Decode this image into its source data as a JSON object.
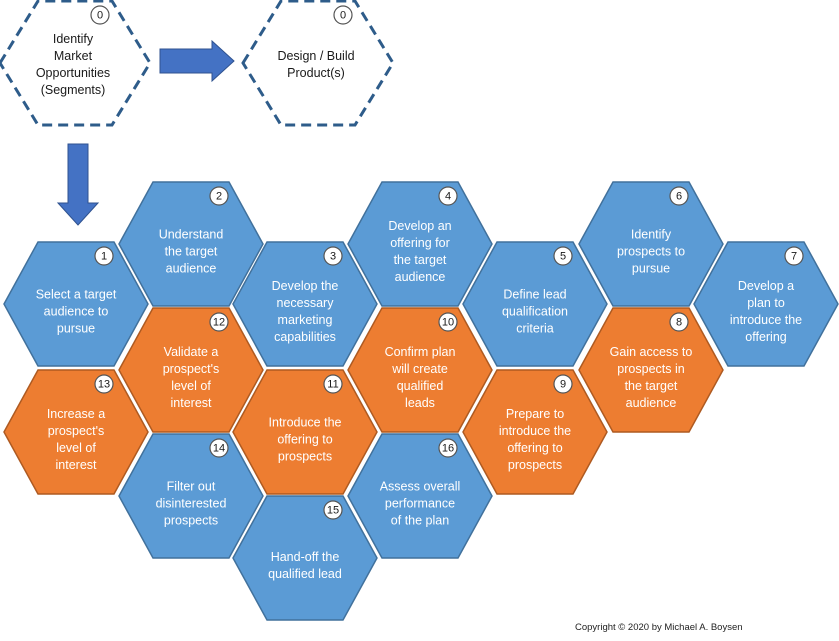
{
  "colors": {
    "blue": "#5b9bd5",
    "blue_border": "#41719c",
    "orange": "#ed7d31",
    "orange_border": "#ae5a21",
    "dashed_border": "#2e5c8a",
    "arrow": "#4472c4",
    "hex_text": "#ffffff",
    "badge_fill": "#ffffff"
  },
  "top_hexagons": [
    {
      "id": "identify-market-opportunities",
      "number": "0",
      "lines": [
        "Identify",
        "Market",
        "Opportunities",
        "(Segments)"
      ]
    },
    {
      "id": "design-build-products",
      "number": "0",
      "lines": [
        "Design / Build",
        "Product(s)"
      ]
    }
  ],
  "hexagons": [
    {
      "number": "1",
      "color": "blue",
      "lines": [
        "Select a target",
        "audience to",
        "pursue"
      ]
    },
    {
      "number": "2",
      "color": "blue",
      "lines": [
        "Understand",
        "the target",
        "audience"
      ]
    },
    {
      "number": "3",
      "color": "blue",
      "lines": [
        "Develop the",
        "necessary",
        "marketing",
        "capabilities"
      ]
    },
    {
      "number": "4",
      "color": "blue",
      "lines": [
        "Develop an",
        "offering for",
        "the target",
        "audience"
      ]
    },
    {
      "number": "5",
      "color": "blue",
      "lines": [
        "Define lead",
        "qualification",
        "criteria"
      ]
    },
    {
      "number": "6",
      "color": "blue",
      "lines": [
        "Identify",
        "prospects to",
        "pursue"
      ]
    },
    {
      "number": "7",
      "color": "blue",
      "lines": [
        "Develop a",
        "plan to",
        "introduce the",
        "offering"
      ]
    },
    {
      "number": "8",
      "color": "orange",
      "lines": [
        "Gain access to",
        "prospects in",
        "the target",
        "audience"
      ]
    },
    {
      "number": "9",
      "color": "orange",
      "lines": [
        "Prepare to",
        "introduce the",
        "offering to",
        "prospects"
      ]
    },
    {
      "number": "10",
      "color": "orange",
      "lines": [
        "Confirm plan",
        "will create",
        "qualified",
        "leads"
      ]
    },
    {
      "number": "11",
      "color": "orange",
      "lines": [
        "Introduce the",
        "offering to",
        "prospects"
      ]
    },
    {
      "number": "12",
      "color": "orange",
      "lines": [
        "Validate a",
        "prospect's",
        "level of",
        "interest"
      ]
    },
    {
      "number": "13",
      "color": "orange",
      "lines": [
        "Increase a",
        "prospect's",
        "level of",
        "interest"
      ]
    },
    {
      "number": "14",
      "color": "blue",
      "lines": [
        "Filter out",
        "disinterested",
        "prospects"
      ]
    },
    {
      "number": "15",
      "color": "blue",
      "lines": [
        "Hand-off the",
        "qualified lead"
      ]
    },
    {
      "number": "16",
      "color": "blue",
      "lines": [
        "Assess overall",
        "performance",
        "of the plan"
      ]
    }
  ],
  "arrows": [
    {
      "id": "right-arrow",
      "direction": "right"
    },
    {
      "id": "down-arrow",
      "direction": "down"
    }
  ],
  "copyright": "Copyright © 2020 by Michael A. Boysen"
}
